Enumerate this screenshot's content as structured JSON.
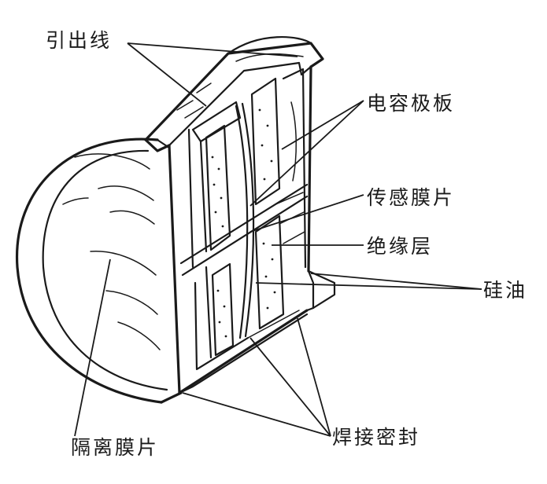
{
  "diagram": {
    "labels": {
      "lead_wire": "引出线",
      "capacitor_plate": "电容极板",
      "sensing_diaphragm": "传感膜片",
      "insulation_layer": "绝缘层",
      "silicone_oil": "硅油",
      "isolation_diaphragm": "隔离膜片",
      "welded_seal": "焊接密封"
    },
    "colors": {
      "ink": "#1a1a1a",
      "background": "#ffffff"
    }
  }
}
